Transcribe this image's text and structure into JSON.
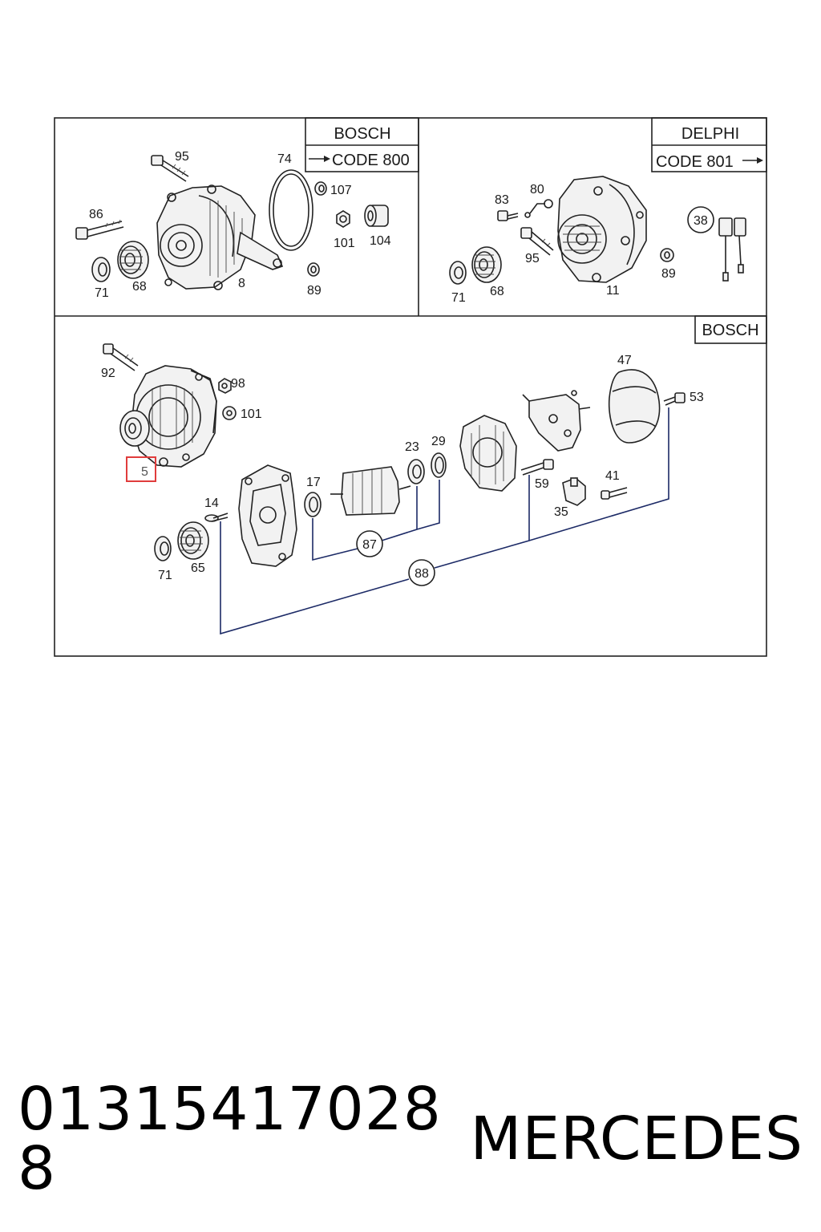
{
  "panels": {
    "top_left": {
      "brand": "BOSCH",
      "code": "CODE 800"
    },
    "top_right": {
      "brand": "DELPHI",
      "code": "CODE 801"
    },
    "bottom": {
      "brand": "BOSCH"
    }
  },
  "labels": {
    "tl": [
      "95",
      "74",
      "107",
      "86",
      "101",
      "104",
      "71",
      "68",
      "8",
      "89"
    ],
    "tr": [
      "83",
      "80",
      "38",
      "95",
      "71",
      "68",
      "11",
      "89"
    ],
    "b": [
      "92",
      "98",
      "101",
      "5",
      "47",
      "53",
      "23",
      "29",
      "17",
      "59",
      "41",
      "35",
      "14",
      "87",
      "88",
      "71",
      "65"
    ]
  },
  "highlight": {
    "label": "5",
    "color": "#e03c3c"
  },
  "colors": {
    "bom_line": "#1c2a66"
  },
  "footer": {
    "part_number": "01315417028​8",
    "brand": "MERCEDES"
  }
}
